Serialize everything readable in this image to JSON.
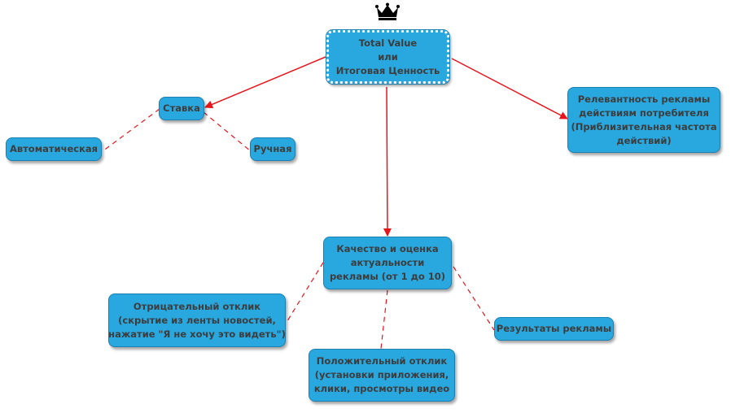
{
  "colors": {
    "node_fill": "#29a8e0",
    "node_border": "#1b7fb0",
    "node_text": "#3d3d3d",
    "solid_edge": "#e8141c",
    "dashed_edge": "#e8141c"
  },
  "icons": {
    "root_marker": "crown-icon"
  },
  "nodes": {
    "root": {
      "lines": [
        "Total Value",
        "или",
        "Итоговая Ценность"
      ]
    },
    "bid": {
      "lines": [
        "Ставка"
      ]
    },
    "automatic": {
      "lines": [
        "Автоматическая"
      ]
    },
    "manual": {
      "lines": [
        "Ручная"
      ]
    },
    "relevance": {
      "lines": [
        "Релевантность рекламы",
        "действиям потребителя",
        "(Приблизительная частота",
        "действий)"
      ]
    },
    "quality": {
      "lines": [
        "Качество и оценка",
        "актуальности",
        "рекламы (от 1 до 10)"
      ]
    },
    "negative": {
      "lines": [
        "Отрицательный отклик",
        "(скрытие из ленты новостей,",
        "нажатие \"Я не хочу это видеть\")"
      ]
    },
    "positive": {
      "lines": [
        "Положительный отклик",
        "(установки приложения,",
        "клики, просмотры видео"
      ]
    },
    "results": {
      "lines": [
        "Результаты рекламы"
      ]
    }
  }
}
